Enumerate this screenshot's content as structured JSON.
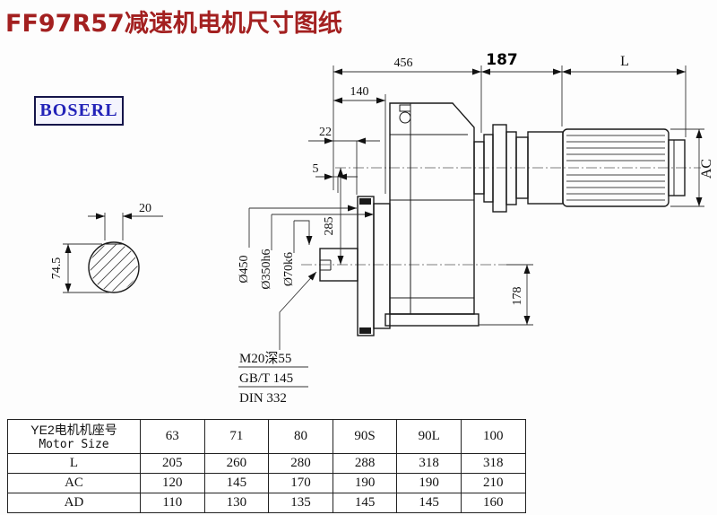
{
  "page": {
    "title": "FF97R57减速机电机尺寸图纸",
    "logo": "BOSERL",
    "colors": {
      "title": "#a32020",
      "logo_text": "#2222b8"
    }
  },
  "drawing": {
    "dims": {
      "d456": "456",
      "d187": "187",
      "dL": "L",
      "d140": "140",
      "d22": "22",
      "d5": "5",
      "d20": "20",
      "d74_5": "74.5",
      "d285": "285",
      "d178": "178",
      "dAC": "AC",
      "dia450": "Ø450",
      "dia350": "Ø350h6",
      "dia70": "Ø70k6",
      "thread_note": "M20深55",
      "std_note1": "GB/T 145",
      "std_note2": "DIN 332"
    }
  },
  "table": {
    "header": {
      "title_cn": "YE2电机机座号",
      "title_en": "Motor Size",
      "sizes": [
        "63",
        "71",
        "80",
        "90S",
        "90L",
        "100"
      ]
    },
    "rows": [
      {
        "label": "L",
        "values": [
          "205",
          "260",
          "280",
          "288",
          "318",
          "318"
        ]
      },
      {
        "label": "AC",
        "values": [
          "120",
          "145",
          "170",
          "190",
          "190",
          "210"
        ]
      },
      {
        "label": "AD",
        "values": [
          "110",
          "130",
          "135",
          "145",
          "145",
          "160"
        ]
      }
    ]
  }
}
